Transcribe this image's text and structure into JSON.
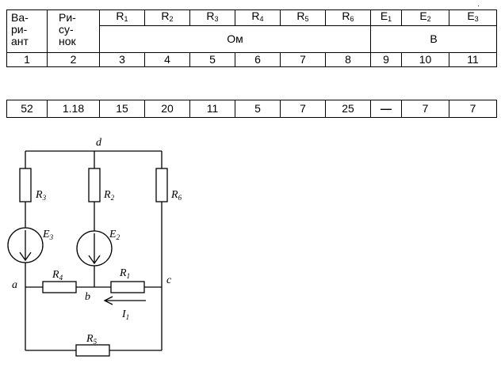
{
  "table": {
    "headers": {
      "variant": [
        "Ва-",
        "ри-",
        "ант"
      ],
      "figure": [
        "Ри-",
        "су-",
        "нок"
      ],
      "R1": {
        "base": "R",
        "sub": "1"
      },
      "R2": {
        "base": "R",
        "sub": "2"
      },
      "R3": {
        "base": "R",
        "sub": "3"
      },
      "R4": {
        "base": "R",
        "sub": "4"
      },
      "R5": {
        "base": "R",
        "sub": "5"
      },
      "R6": {
        "base": "R",
        "sub": "6"
      },
      "E1": {
        "base": "E",
        "sub": "1"
      },
      "E2": {
        "base": "E",
        "sub": "2"
      },
      "E3": {
        "base": "E",
        "sub": "3"
      },
      "unit_ohm": "Ом",
      "unit_volt": "В"
    },
    "column_numbers": [
      "1",
      "2",
      "3",
      "4",
      "5",
      "6",
      "7",
      "8",
      "9",
      "10",
      "11"
    ],
    "row": [
      "52",
      "1.18",
      "15",
      "20",
      "11",
      "5",
      "7",
      "25",
      "—",
      "7",
      "7"
    ]
  },
  "circuit": {
    "node_d": "d",
    "node_a": "a",
    "node_b": "b",
    "node_c": "c",
    "R3": {
      "base": "R",
      "sub": "3"
    },
    "R2": {
      "base": "R",
      "sub": "2"
    },
    "R6": {
      "base": "R",
      "sub": "6"
    },
    "R4": {
      "base": "R",
      "sub": "4"
    },
    "R1": {
      "base": "R",
      "sub": "1"
    },
    "R5": {
      "base": "R",
      "sub": "5"
    },
    "E3": {
      "base": "E",
      "sub": "3"
    },
    "E2": {
      "base": "E",
      "sub": "2"
    },
    "I1": {
      "base": "I",
      "sub": "1"
    }
  }
}
